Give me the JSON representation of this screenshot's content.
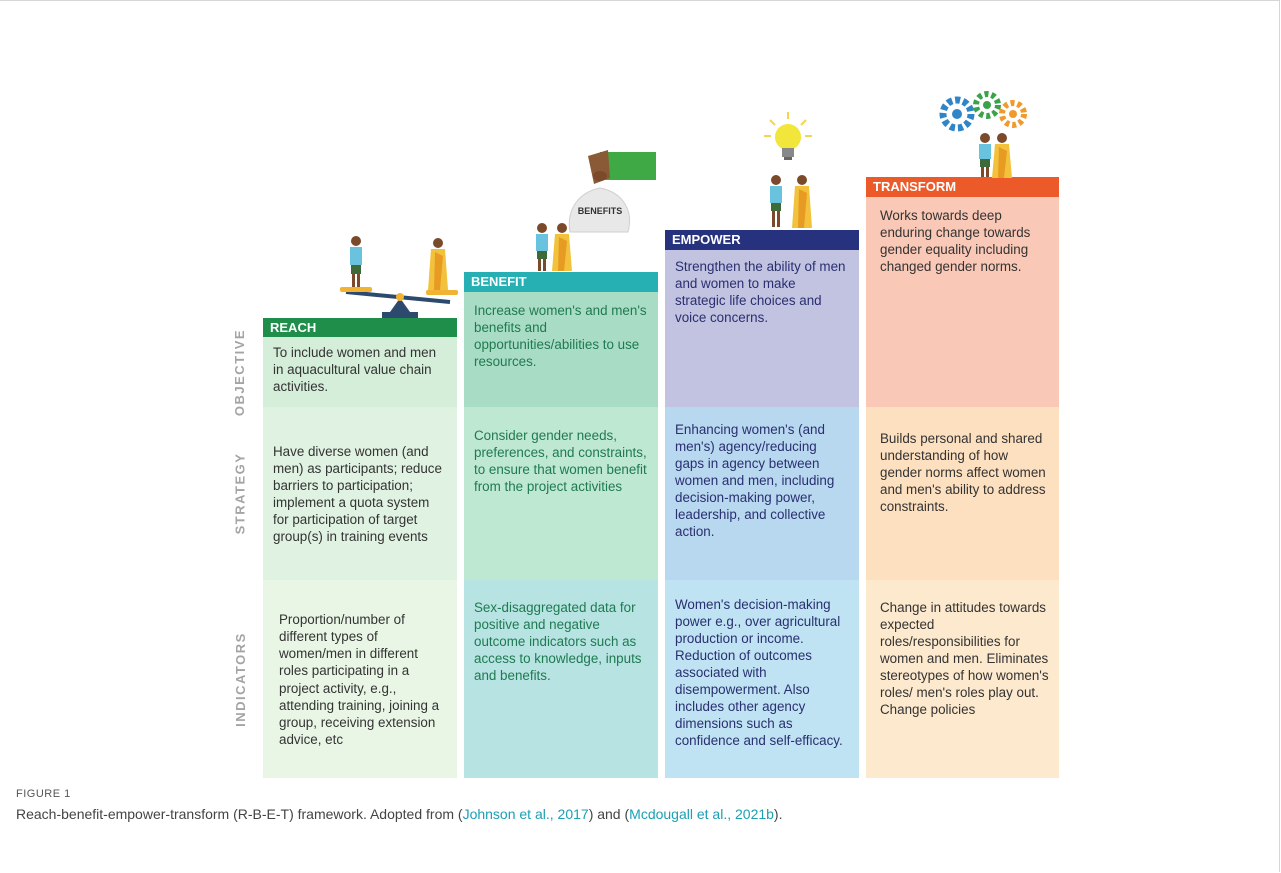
{
  "row_labels": {
    "objective": "OBJECTIVE",
    "strategy": "STRATEGY",
    "indicators": "INDICATORS"
  },
  "columns": [
    {
      "key": "reach",
      "header": "REACH",
      "header_color": "#1e8e4a",
      "text_color": "#333333",
      "objective": "To include women and men in aquacultural value chain activities.",
      "strategy": "Have diverse women (and men) as participants; reduce barriers to participation; implement a quota system for participation of target group(s) in training events",
      "indicators": "Proportion/number of different types of women/men in different roles participating in a project activity, e.g., attending training, joining a group, receiving extension advice, etc",
      "colors": [
        "#d4eed9",
        "#e0f2e1",
        "#e9f6e6"
      ]
    },
    {
      "key": "benefit",
      "header": "BENEFIT",
      "header_color": "#26b0b3",
      "text_color": "#1f7a50",
      "objective": "Increase women's and men's benefits and opportunities/abilities to use resources.",
      "strategy": "Consider gender needs, preferences, and constraints, to ensure that women benefit from the project activities",
      "indicators": "Sex-disaggregated data for positive and negative outcome indicators such as access to knowledge, inputs and benefits.",
      "colors": [
        "#a9dcc4",
        "#bfe8d2",
        "#b7e3e2"
      ],
      "props_label": "BENEFITS"
    },
    {
      "key": "empower",
      "header": "EMPOWER",
      "header_color": "#27327f",
      "text_color": "#2a2f70",
      "objective": "Strengthen the ability of men and women to make strategic life choices and voice concerns.",
      "strategy": "Enhancing women's (and men's) agency/reducing gaps in agency between women and men, including decision-making power, leadership, and collective action.",
      "indicators": "Women's decision-making power e.g., over agricultural production or income. Reduction of outcomes associated with disempowerment. Also includes other agency dimensions such as confidence and self-efficacy.",
      "colors": [
        "#c1c3e0",
        "#b8d8ef",
        "#bfe3f3"
      ]
    },
    {
      "key": "transform",
      "header": "TRANSFORM",
      "header_color": "#ec5a2a",
      "text_color": "#333333",
      "objective": "Works towards deep enduring change towards gender equality including changed gender norms.",
      "strategy": "Builds personal and shared understanding of how gender norms affect women and men's ability to address constraints.",
      "indicators": "Change in attitudes towards expected roles/responsibilities for women and men. Eliminates stereotypes of how women's roles/ men's roles play out. Change policies",
      "colors": [
        "#fac8b6",
        "#fde0bf",
        "#fde9cd"
      ]
    }
  ],
  "caption": {
    "label": "FIGURE 1",
    "text_before": "Reach-benefit-empower-transform (R-B-E-T) framework. Adopted from (",
    "link1": "Johnson et al., 2017",
    "text_middle": ") and (",
    "link2": "Mcdougall et al., 2021b",
    "text_after": ")."
  }
}
